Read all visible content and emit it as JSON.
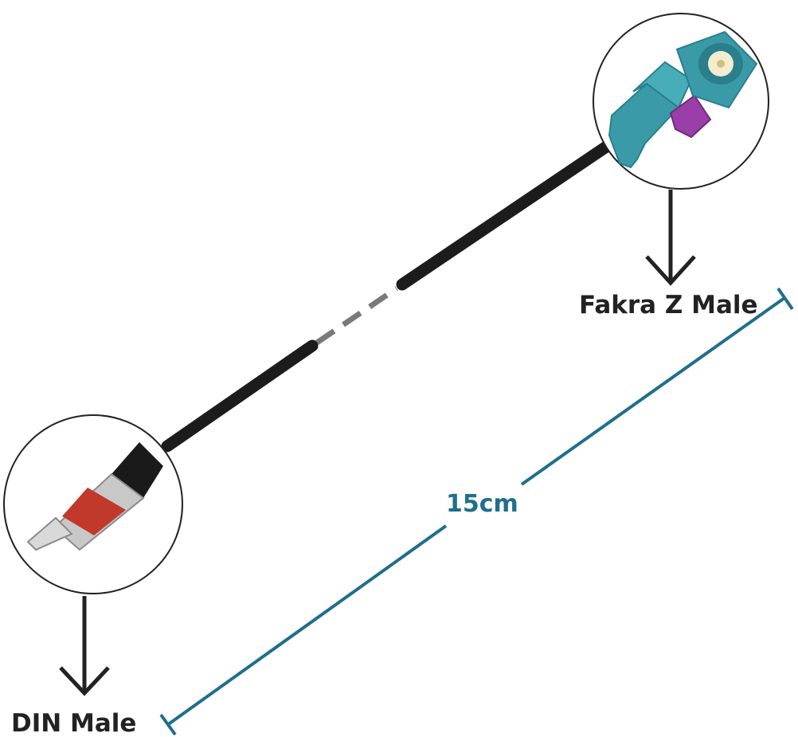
{
  "labels": {
    "top_connector": "Fakra Z Male",
    "bottom_connector": "DIN Male",
    "length": "15cm"
  },
  "colors": {
    "background": "#ffffff",
    "cable": "#1c1c1c",
    "cable_gap": "#7a7a7a",
    "fakra_body": "#3a9aa8",
    "fakra_dark": "#2a7f8c",
    "fakra_lock": "#9a3ea8",
    "din_sleeve": "#c0392b",
    "din_metal": "#c8c8c8",
    "dimension_line": "#1f6f8b",
    "arrow": "#222222",
    "text": "#222222"
  },
  "icons": {
    "top_arrow": "arrow-down-icon",
    "bottom_arrow": "arrow-down-icon"
  }
}
